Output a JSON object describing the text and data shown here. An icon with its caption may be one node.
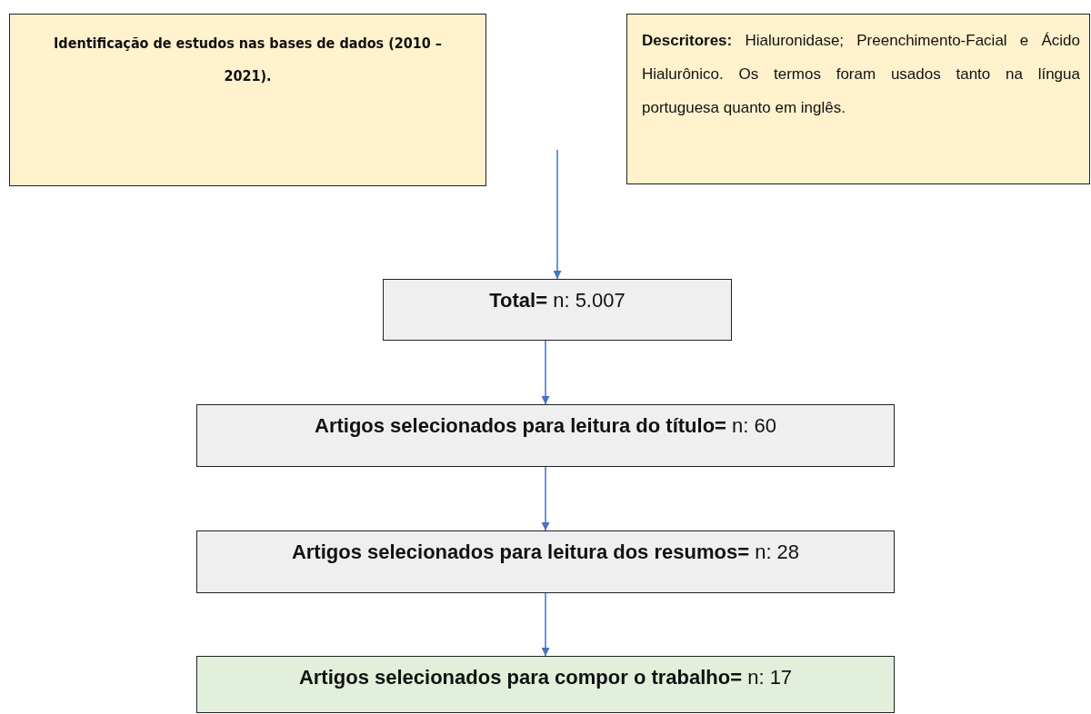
{
  "diagram": {
    "nodes": [
      {
        "text": [
          "Identificação de estudos nas bases de dados (2010 – 2021)."
        ]
      },
      {
        "text": [
          "**Descritores:** Hialuronidase; Preenchimento-Facial e Ácido Hialurônico. Os termos foram usados tanto na língua portuguesa quanto em inglês."
        ]
      },
      {
        "text": [
          "**Total=** n: 5.007"
        ]
      },
      {
        "text": [
          "**Artigos selecionados para leitura do título=** n: 60"
        ]
      },
      {
        "text": [
          "**Artigos selecionados para leitura dos resumos=** n: 28"
        ]
      },
      {
        "text": [
          "**Artigos selecionados para compor o trabalho=** n: 17"
        ]
      }
    ],
    "edges": [
      {
        "from": null,
        "to": 2,
        "arrow": "to"
      },
      {
        "from": 2,
        "to": 3,
        "arrow": "to"
      },
      {
        "from": 3,
        "to": 4,
        "arrow": "to"
      },
      {
        "from": 4,
        "to": 5,
        "arrow": "to"
      }
    ]
  }
}
